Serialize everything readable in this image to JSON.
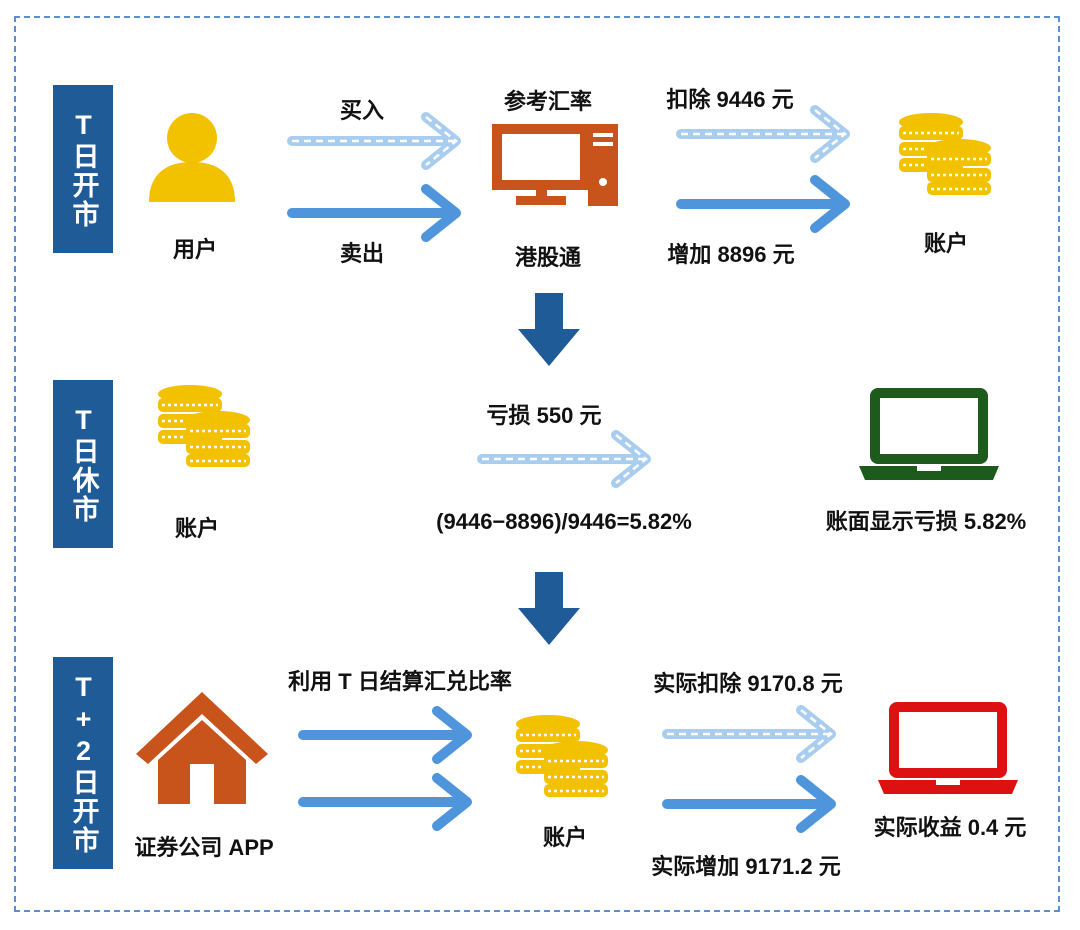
{
  "stages": {
    "t_open": "T日开市",
    "t_closed": "T日休市",
    "t2_open": "T+2日开市"
  },
  "row1": {
    "user": "用户",
    "buy": "买入",
    "sell": "卖出",
    "ref_rate": "参考汇率",
    "hk_connect": "港股通",
    "deduct": "扣除 9446 元",
    "increase": "增加 8896 元",
    "account": "账户"
  },
  "row2": {
    "account": "账户",
    "loss": "亏损 550 元",
    "formula": "(9446−8896)/9446=5.82%",
    "display_loss": "账面显示亏损 5.82%"
  },
  "row3": {
    "broker_app": "证券公司 APP",
    "settlement_rate": "利用 T 日结算汇兑比率",
    "account": "账户",
    "actual_deduct": "实际扣除 9170.8 元",
    "actual_increase": "实际增加 9171.2 元",
    "actual_gain": "实际收益 0.4 元"
  },
  "colors": {
    "stage_bg": "#1f5b97",
    "arrow_blue": "#4f95dc",
    "arrow_light": "#a9cdef",
    "gold": "#f2c200",
    "brown": "#c8531b",
    "green": "#1d5b1d",
    "red": "#dd1111"
  }
}
